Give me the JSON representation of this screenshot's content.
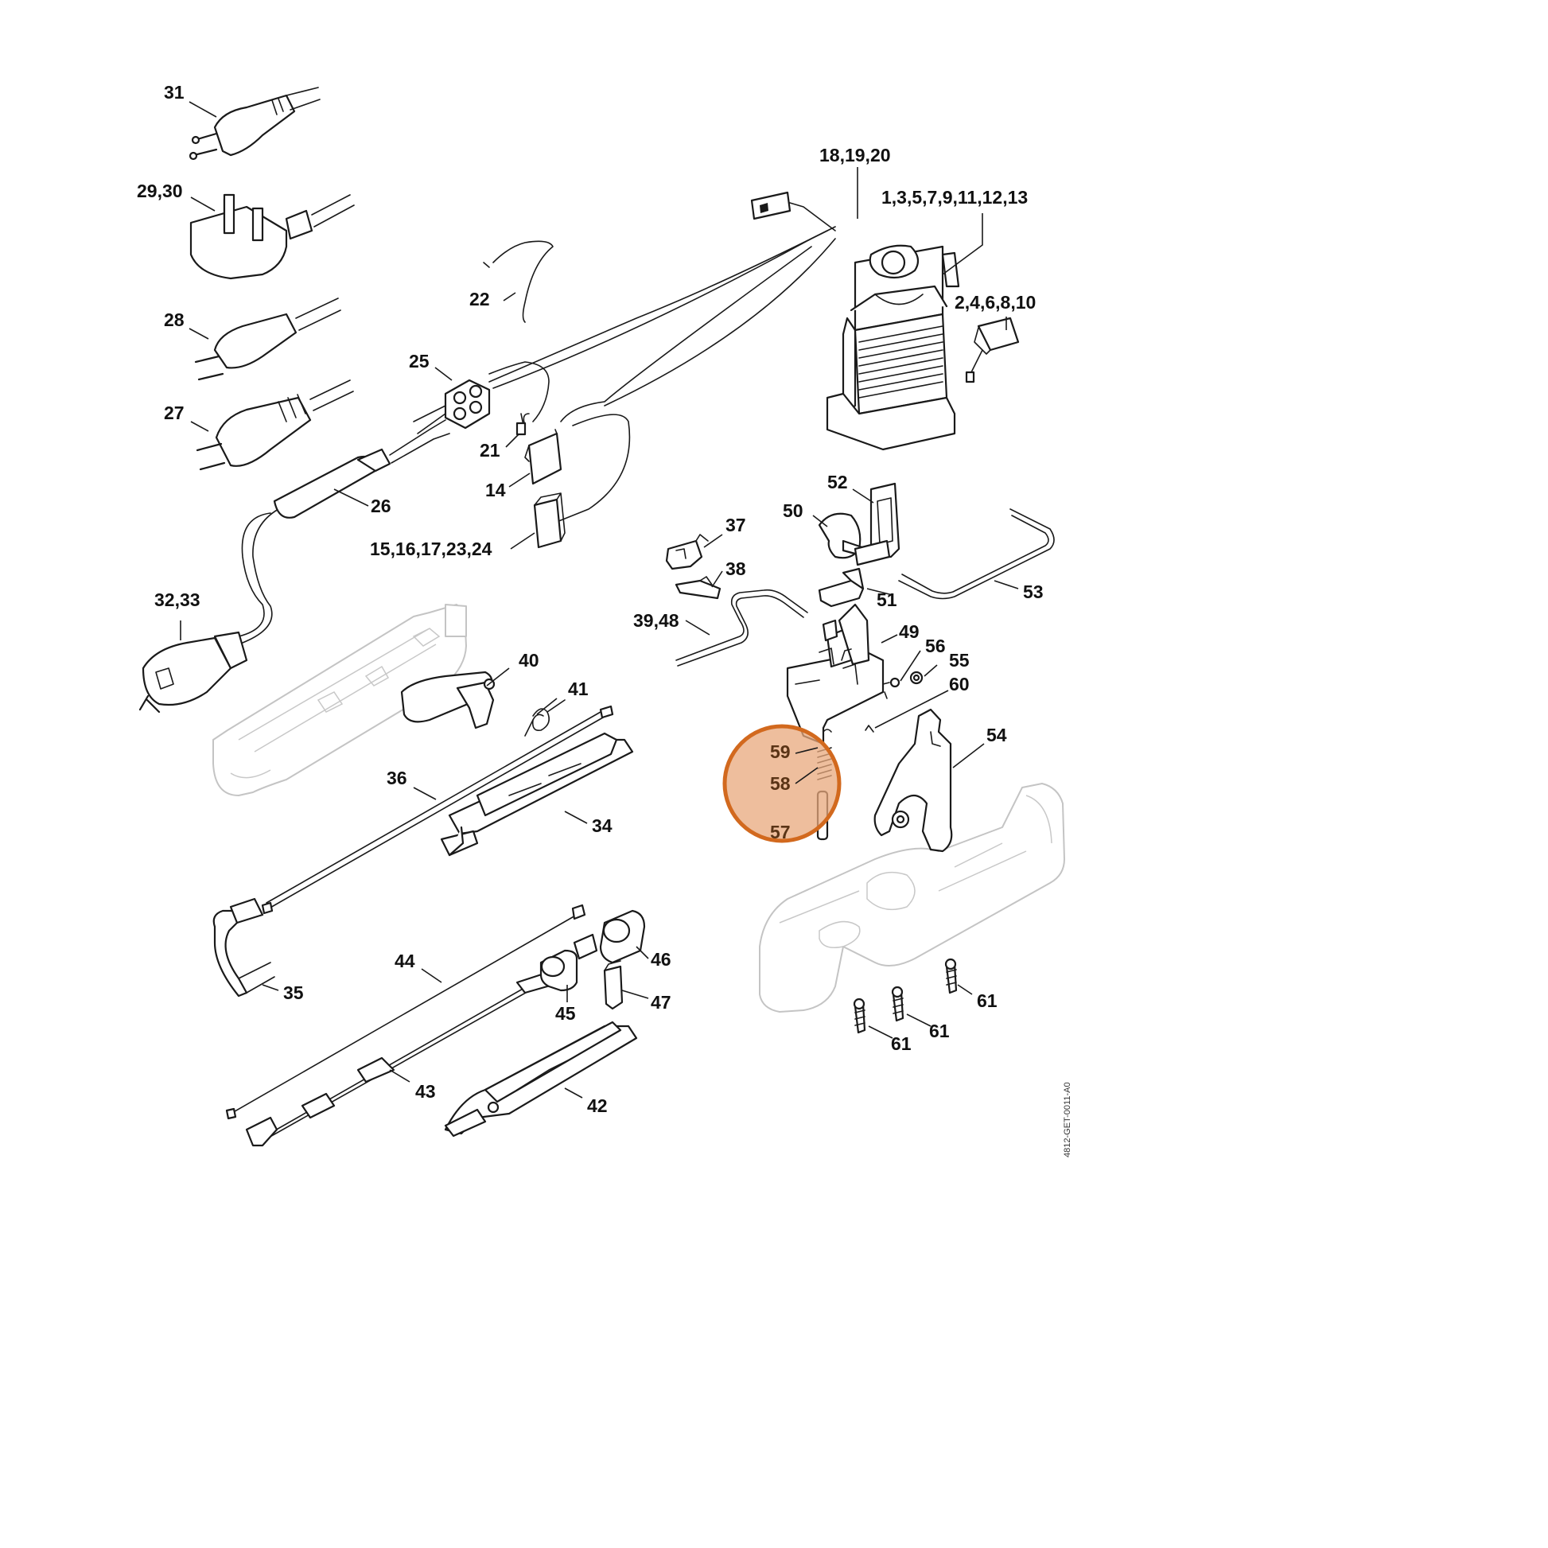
{
  "diagram": {
    "callouts": {
      "c31": "31",
      "c29_30": "29,30",
      "c28": "28",
      "c27": "27",
      "c26": "26",
      "c32_33": "32,33",
      "c22": "22",
      "c25": "25",
      "c21": "21",
      "c14": "14",
      "c15_24": "15,16,17,23,24",
      "c18_20": "18,19,20",
      "c1_13": "1,3,5,7,9,11,12,13",
      "c2_10": "2,4,6,8,10",
      "c52": "52",
      "c50": "50",
      "c53": "53",
      "c37": "37",
      "c38": "38",
      "c51": "51",
      "c39_48": "39,48",
      "c49": "49",
      "c56": "56",
      "c55": "55",
      "c60": "60",
      "c40": "40",
      "c41": "41",
      "c59": "59",
      "c58": "58",
      "c57": "57",
      "c54": "54",
      "c36": "36",
      "c34": "34",
      "c35": "35",
      "c44": "44",
      "c46": "46",
      "c47": "47",
      "c45": "45",
      "c43": "43",
      "c42": "42",
      "c61a": "61",
      "c61b": "61",
      "c61c": "61"
    },
    "document_id": "4812-GET-0011-A0",
    "highlight": {
      "color": "#d2691e",
      "fill": "#e8a87c",
      "opacity": 0.75
    }
  }
}
